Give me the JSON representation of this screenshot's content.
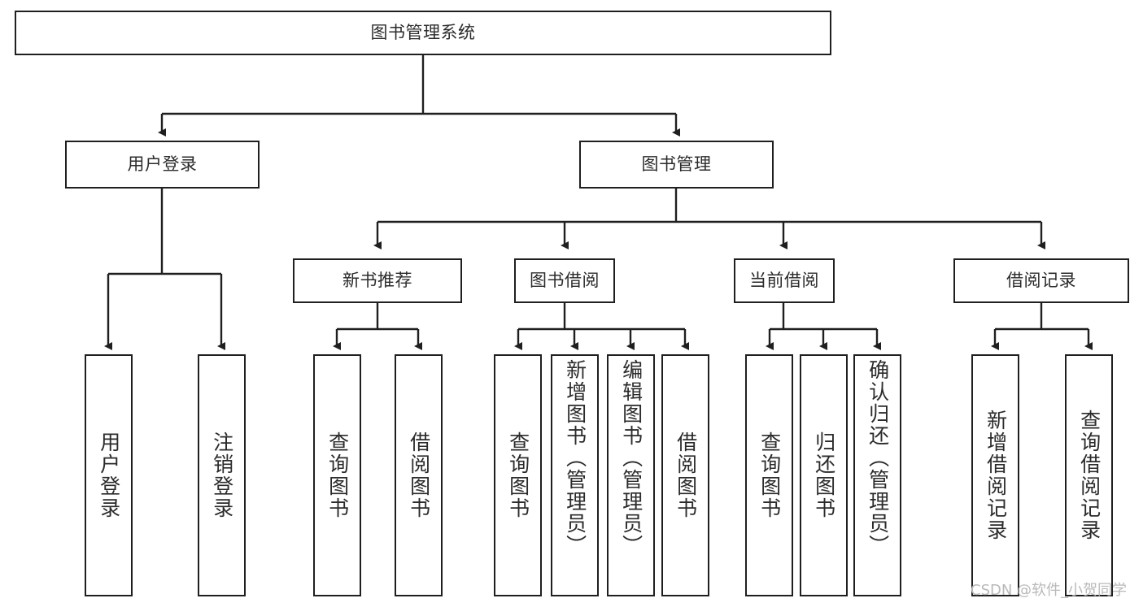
{
  "diagram": {
    "title": "图书管理系统",
    "type": "hierarchy-tree",
    "watermark": "CSDN @软件_小贺同学",
    "colors": {
      "stroke": "#1f1f1f",
      "text": "#2b2b2b",
      "background": "#ffffff",
      "watermark": "#b9b9b9"
    },
    "root": {
      "label": "图书管理系统"
    },
    "level2": [
      {
        "label": "用户登录"
      },
      {
        "label": "图书管理"
      }
    ],
    "level3": [
      {
        "label": "新书推荐"
      },
      {
        "label": "图书借阅"
      },
      {
        "label": "当前借阅"
      },
      {
        "label": "借阅记录"
      }
    ],
    "leaves": {
      "user_login": [
        {
          "label": "用户登录"
        },
        {
          "label": "注销登录"
        }
      ],
      "new_book_recommend": [
        {
          "label": "查询图书"
        },
        {
          "label": "借阅图书"
        }
      ],
      "book_borrow": [
        {
          "label": "查询图书"
        },
        {
          "label": "新增图书（管理员）"
        },
        {
          "label": "编辑图书（管理员）"
        },
        {
          "label": "借阅图书"
        }
      ],
      "current_borrow": [
        {
          "label": "查询图书"
        },
        {
          "label": "归还图书"
        },
        {
          "label": "确认归还（管理员）"
        }
      ],
      "borrow_record": [
        {
          "label": "新增借阅记录"
        },
        {
          "label": "查询借阅记录"
        }
      ]
    }
  }
}
